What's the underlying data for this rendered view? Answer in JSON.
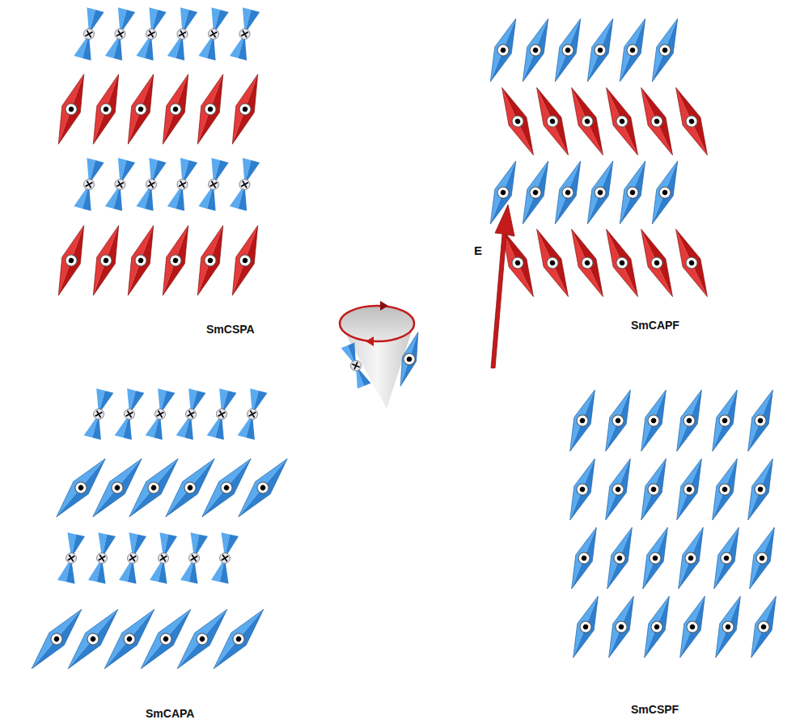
{
  "diagram": {
    "labels": [
      "SmCSPA",
      "E",
      "SmCAPF",
      "SmCAPA",
      "SmCSPF"
    ]
  }
}
